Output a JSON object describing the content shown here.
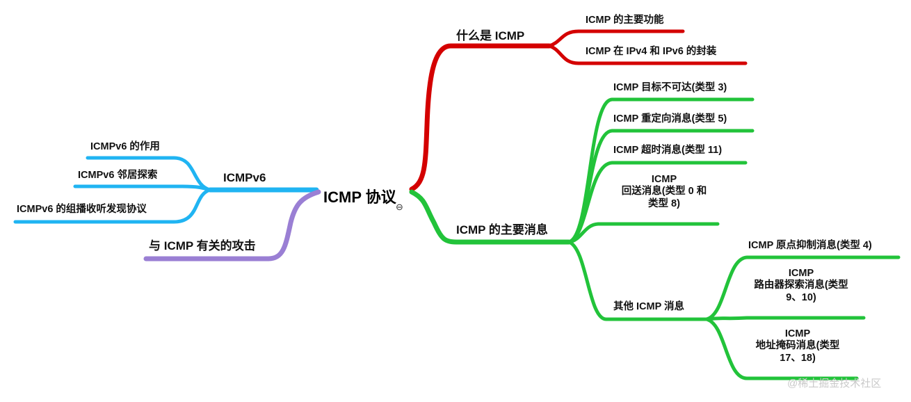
{
  "mindmap": {
    "root": "ICMP 协议",
    "collapse_marker": "⊖",
    "branches": {
      "what_is": {
        "label": "什么是 ICMP",
        "color": "#d40000",
        "children": [
          "ICMP 的主要功能",
          "ICMP 在 IPv4 和 IPv6 的封装"
        ]
      },
      "main_messages": {
        "label": "ICMP 的主要消息",
        "color": "#22c33a",
        "children": [
          "ICMP 目标不可达(类型 3)",
          "ICMP 重定向消息(类型 5)",
          "ICMP 超时消息(类型 11)",
          [
            "ICMP",
            "回送消息(类型 0 和",
            "类型 8)"
          ]
        ],
        "other": {
          "label": "其他 ICMP 消息",
          "children": [
            "ICMP 原点抑制消息(类型 4)",
            [
              "ICMP",
              "路由器探索消息(类型",
              "9、10)"
            ],
            [
              "ICMP",
              "地址掩码消息(类型",
              "17、18)"
            ]
          ]
        }
      },
      "icmpv6": {
        "label": "ICMPv6",
        "color": "#20b4f2",
        "children": [
          "ICMPv6 的作用",
          "ICMPv6 邻居探索",
          "ICMPv6 的组播收听发现协议"
        ]
      },
      "attacks": {
        "label": "与 ICMP 有关的攻击",
        "color": "#9a7fd4"
      }
    }
  },
  "watermark": "@稀土掘金技术社区"
}
